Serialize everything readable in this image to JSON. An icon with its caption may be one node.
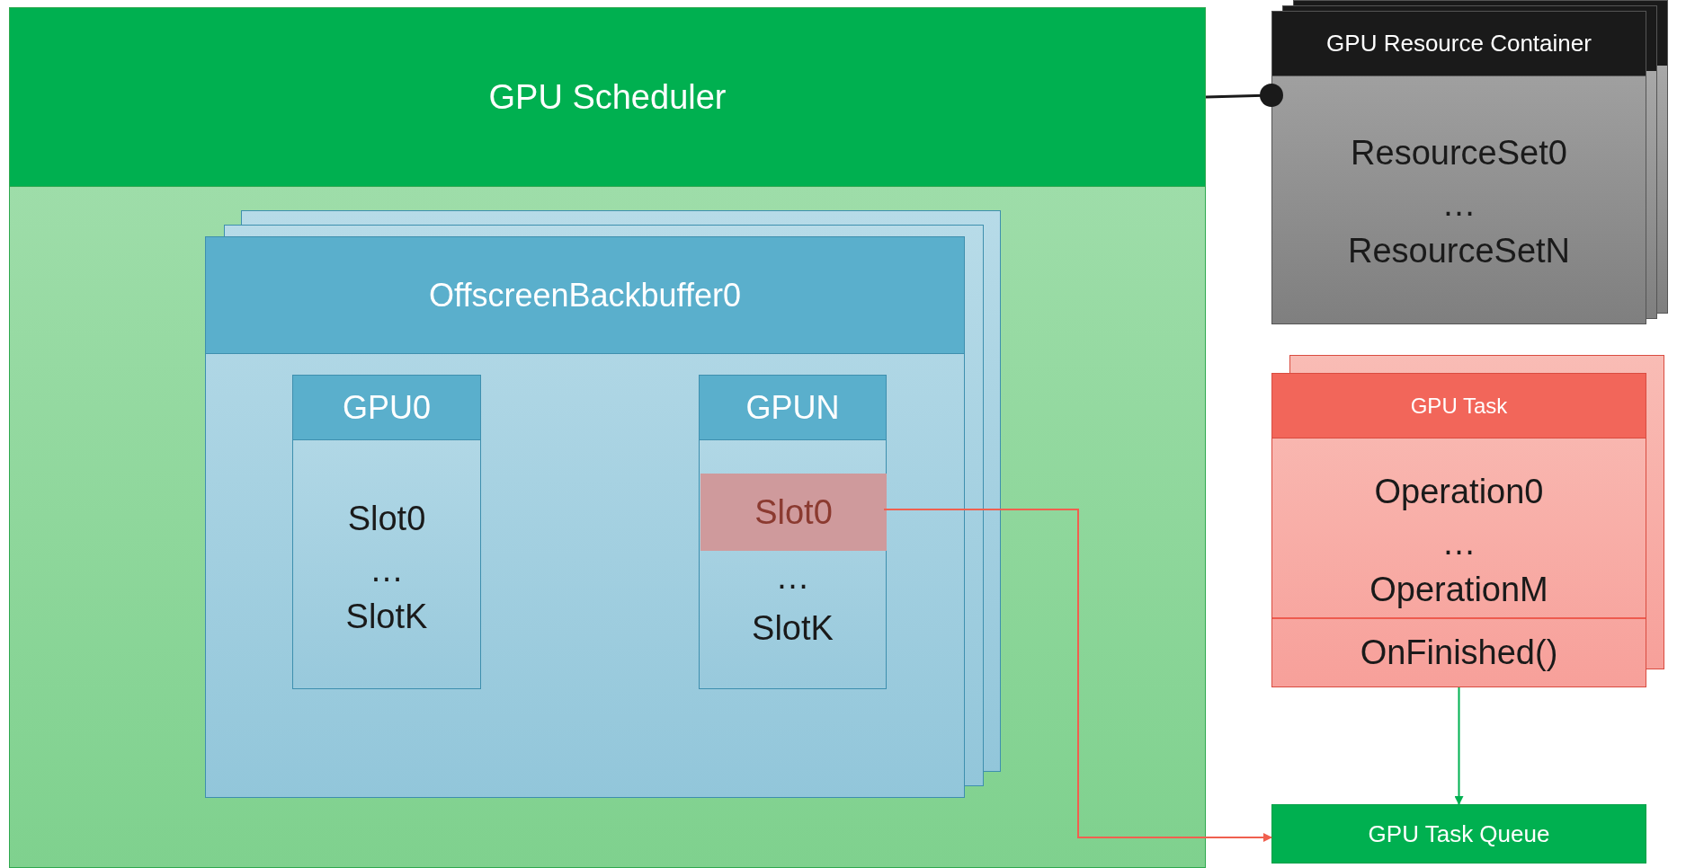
{
  "diagram": {
    "nodes": [
      {
        "text": [
          "GPU Scheduler"
        ]
      },
      {
        "text": [
          "OffscreenBackbuffer0"
        ],
        "in": 0
      },
      {
        "text": [
          "GPU0",
          "Slot0",
          "…",
          "SlotK"
        ],
        "in": 1
      },
      {
        "text": [
          "GPUN",
          "…",
          "SlotK"
        ],
        "in": 1
      },
      {
        "text": [
          "Slot0"
        ],
        "in": 3
      },
      {
        "text": [
          "GPU Resource Container",
          "ResourceSet0",
          "…",
          "ResourceSetN"
        ]
      },
      {
        "text": [
          "GPU Task",
          "Operation0",
          "…",
          "OperationM",
          "OnFinished()"
        ]
      },
      {
        "text": [
          "GPU Task Queue"
        ]
      }
    ],
    "edges": [
      {
        "from": 0,
        "to": 5,
        "arrow": "other"
      },
      {
        "from": 4,
        "to": 7,
        "arrow": "to",
        "color": "#f0604f"
      },
      {
        "from": 6,
        "to": 7,
        "arrow": "to",
        "color": "#00b050"
      }
    ]
  }
}
